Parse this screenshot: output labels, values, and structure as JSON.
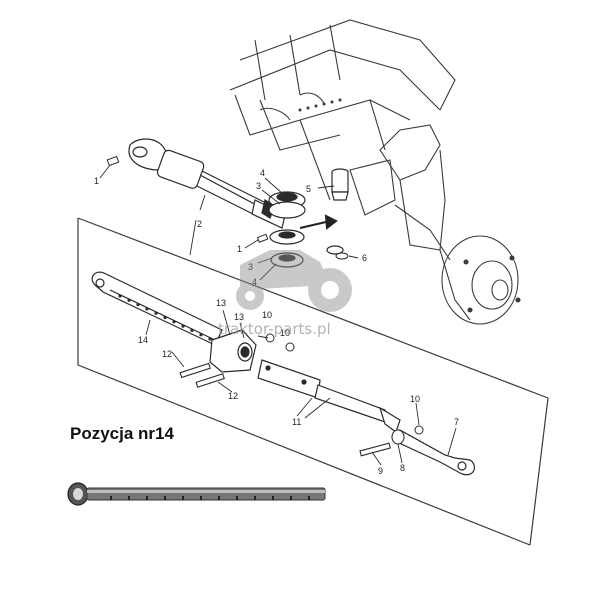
{
  "caption": "Pozycja nr14",
  "watermark": "traktor-parts.pl",
  "callouts": {
    "c1a": "1",
    "c1b": "1",
    "c2": "2",
    "c3a": "3",
    "c3b": "3",
    "c4a": "4",
    "c4b": "4",
    "c5": "5",
    "c6": "6",
    "c7": "7",
    "c8": "8",
    "c9": "9",
    "c10a": "10",
    "c10b": "10",
    "c10c": "10",
    "c11": "11",
    "c12a": "12",
    "c12b": "12",
    "c13a": "13",
    "c13b": "13",
    "c14": "14"
  },
  "colors": {
    "line": "#2b2b2b",
    "frame": "#3a3a3a",
    "bar": "#444444",
    "watermark": "#9a9a9a"
  }
}
